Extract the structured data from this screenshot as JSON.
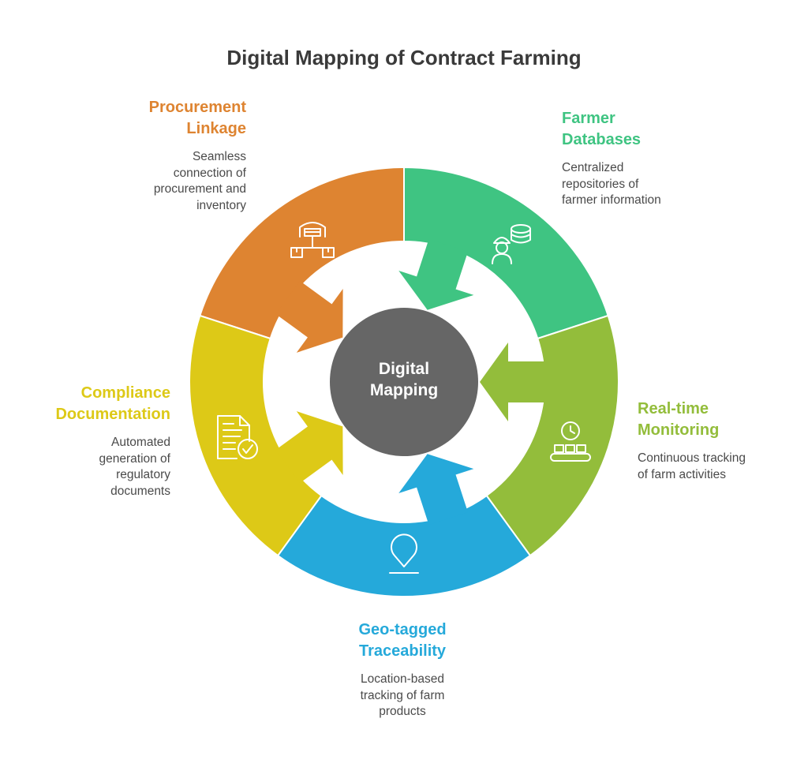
{
  "title": "Digital Mapping of Contract Farming",
  "center_label": "Digital\nMapping",
  "segments": [
    {
      "key": "procurement",
      "heading": "Procurement\nLinkage",
      "description": "Seamless\nconnection of\nprocurement and\ninventory",
      "color": "#DE8431",
      "icon": "warehouse-network-icon"
    },
    {
      "key": "farmer",
      "heading": "Farmer\nDatabases",
      "description": "Centralized\nrepositories of\nfarmer information",
      "color": "#3FC482",
      "icon": "farmer-database-icon"
    },
    {
      "key": "realtime",
      "heading": "Real-time\nMonitoring",
      "description": "Continuous tracking\nof farm activities",
      "color": "#93BD3B",
      "icon": "clock-conveyor-icon"
    },
    {
      "key": "geo",
      "heading": "Geo-tagged\nTraceability",
      "description": "Location-based\ntracking of farm\nproducts",
      "color": "#25A9DA",
      "icon": "location-pin-icon"
    },
    {
      "key": "compliance",
      "heading": "Compliance\nDocumentation",
      "description": "Automated\ngeneration of\nregulatory\ndocuments",
      "color": "#DDC917",
      "icon": "document-check-icon"
    }
  ],
  "center_color": "#666666"
}
